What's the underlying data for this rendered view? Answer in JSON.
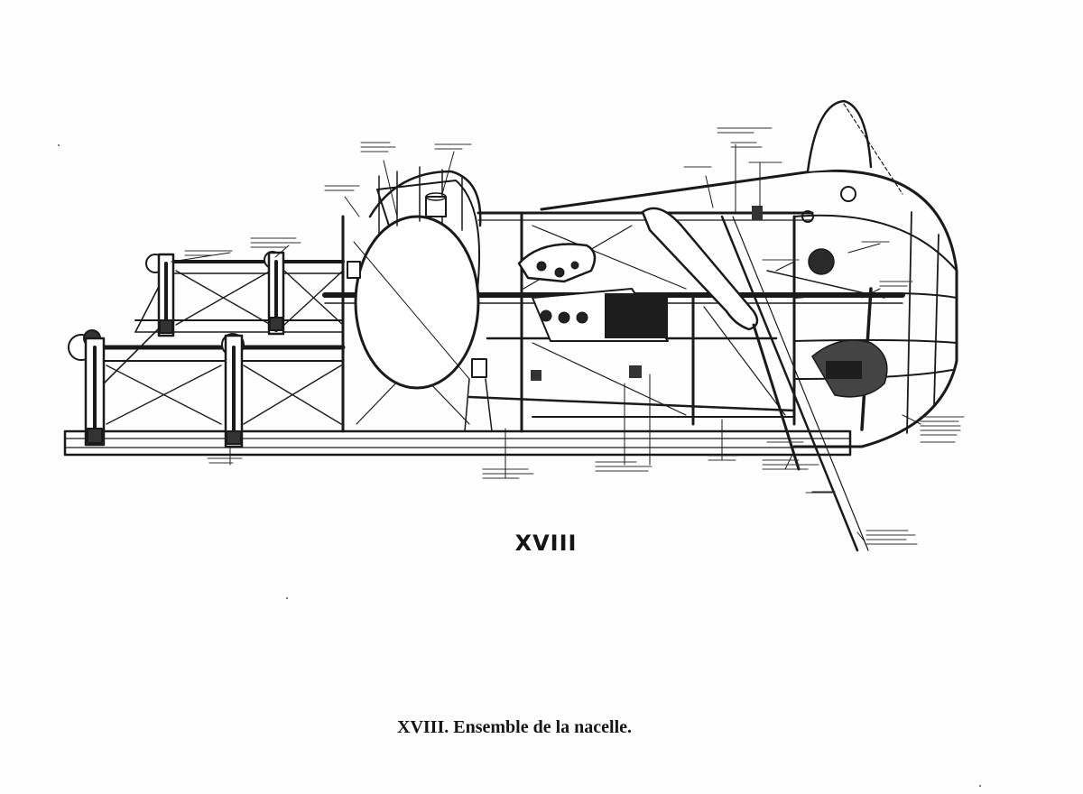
{
  "figure": {
    "plate_number": "XVIII",
    "caption": "XVIII. Ensemble de la nacelle."
  },
  "callouts": [
    {
      "id": "c1",
      "text": ""
    },
    {
      "id": "c2",
      "text": ""
    },
    {
      "id": "c3",
      "text": ""
    },
    {
      "id": "c4",
      "text": ""
    },
    {
      "id": "c5",
      "text": ""
    },
    {
      "id": "c6",
      "text": ""
    },
    {
      "id": "c7",
      "text": ""
    },
    {
      "id": "c8",
      "text": ""
    },
    {
      "id": "c9",
      "text": ""
    },
    {
      "id": "c10",
      "text": ""
    },
    {
      "id": "c11",
      "text": ""
    },
    {
      "id": "c12",
      "text": ""
    },
    {
      "id": "c13",
      "text": ""
    },
    {
      "id": "c14",
      "text": ""
    },
    {
      "id": "c15",
      "text": ""
    },
    {
      "id": "c16",
      "text": ""
    },
    {
      "id": "c17",
      "text": ""
    },
    {
      "id": "c18",
      "text": ""
    },
    {
      "id": "c19",
      "text": ""
    },
    {
      "id": "c20",
      "text": ""
    }
  ],
  "colors": {
    "ink": "#1a1a1a",
    "paper": "#fefefe"
  }
}
